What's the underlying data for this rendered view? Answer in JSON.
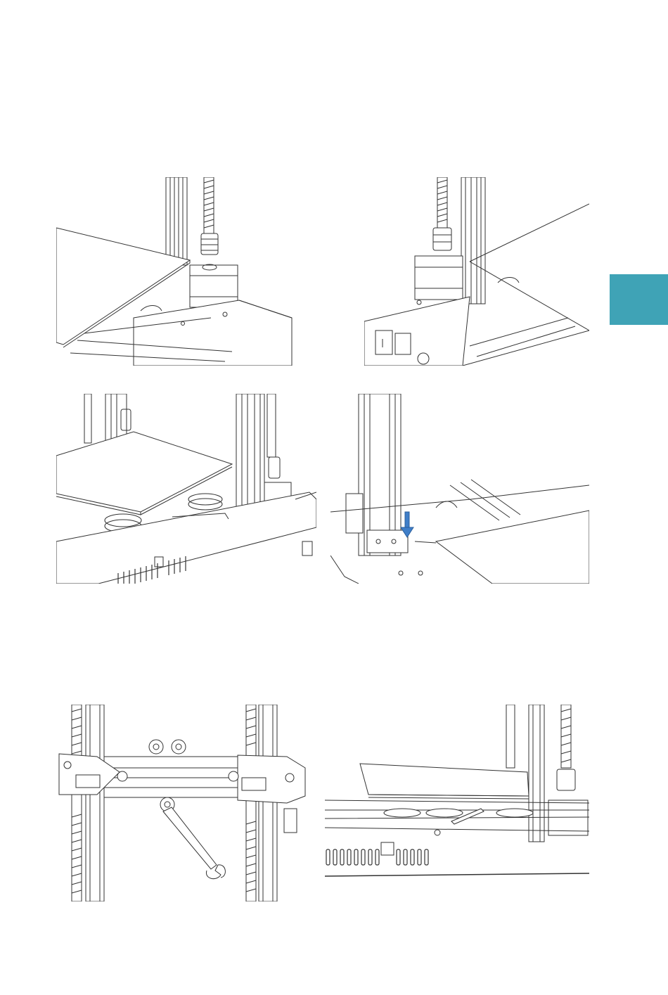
{
  "page": {
    "accent_color": "#3fa3b6"
  },
  "section_tab": {
    "icon": "section-tab-marker"
  },
  "figures": [
    {
      "icon": "z-motor-left-corner-illustration"
    },
    {
      "icon": "z-motor-right-corner-power-switch-illustration"
    },
    {
      "icon": "heated-bed-leveling-knobs-illustration"
    },
    {
      "icon": "z-limit-switch-blue-arrow-illustration"
    },
    {
      "icon": "gantry-eccentric-nut-wrench-illustration"
    },
    {
      "icon": "bed-side-view-vent-panel-illustration"
    }
  ]
}
